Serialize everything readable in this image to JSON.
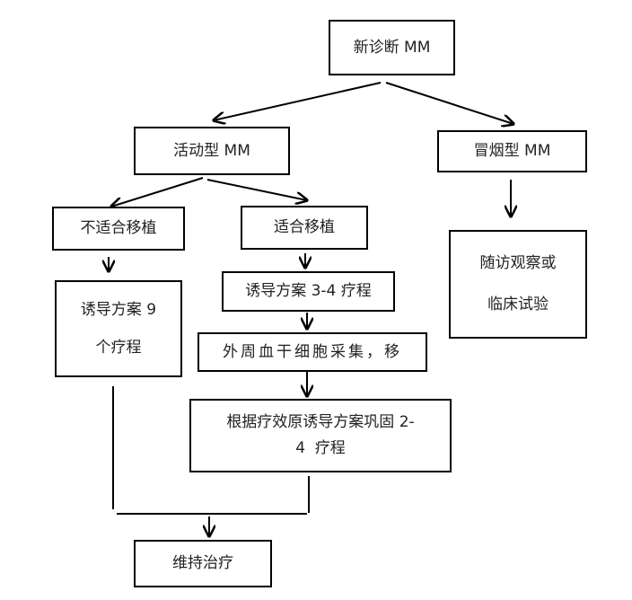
{
  "diagram": {
    "type": "flowchart",
    "nodes": {
      "new_diagnosis": {
        "lines": [
          "新诊断 MM"
        ]
      },
      "active": {
        "lines": [
          "活动型 MM"
        ]
      },
      "smoldering": {
        "lines": [
          "冒烟型 MM"
        ]
      },
      "not_transplant_eligible": {
        "lines": [
          "不适合移植"
        ]
      },
      "transplant_eligible": {
        "lines": [
          "适合移植"
        ]
      },
      "induction_9": {
        "lines": [
          "诱导方案 9",
          "个疗程"
        ]
      },
      "induction_3_4": {
        "lines": [
          "诱导方案 3-4 疗程"
        ]
      },
      "stem_cell_collection": {
        "lines": [
          "外周血干细胞采集，移"
        ]
      },
      "consolidation": {
        "lines": [
          "根据疗效原诱导方案巩固 2-",
          "4  疗程"
        ]
      },
      "follow_up": {
        "lines": [
          "随访观察或",
          "临床试验"
        ]
      },
      "maintenance": {
        "lines": [
          "维持治疗"
        ]
      }
    },
    "edges": [
      {
        "from": "new_diagnosis",
        "to": "active"
      },
      {
        "from": "new_diagnosis",
        "to": "smoldering"
      },
      {
        "from": "active",
        "to": "not_transplant_eligible"
      },
      {
        "from": "active",
        "to": "transplant_eligible"
      },
      {
        "from": "smoldering",
        "to": "follow_up"
      },
      {
        "from": "not_transplant_eligible",
        "to": "induction_9"
      },
      {
        "from": "transplant_eligible",
        "to": "induction_3_4"
      },
      {
        "from": "induction_3_4",
        "to": "stem_cell_collection"
      },
      {
        "from": "stem_cell_collection",
        "to": "consolidation"
      },
      {
        "from": "induction_9",
        "to": "maintenance"
      },
      {
        "from": "consolidation",
        "to": "maintenance"
      }
    ]
  }
}
